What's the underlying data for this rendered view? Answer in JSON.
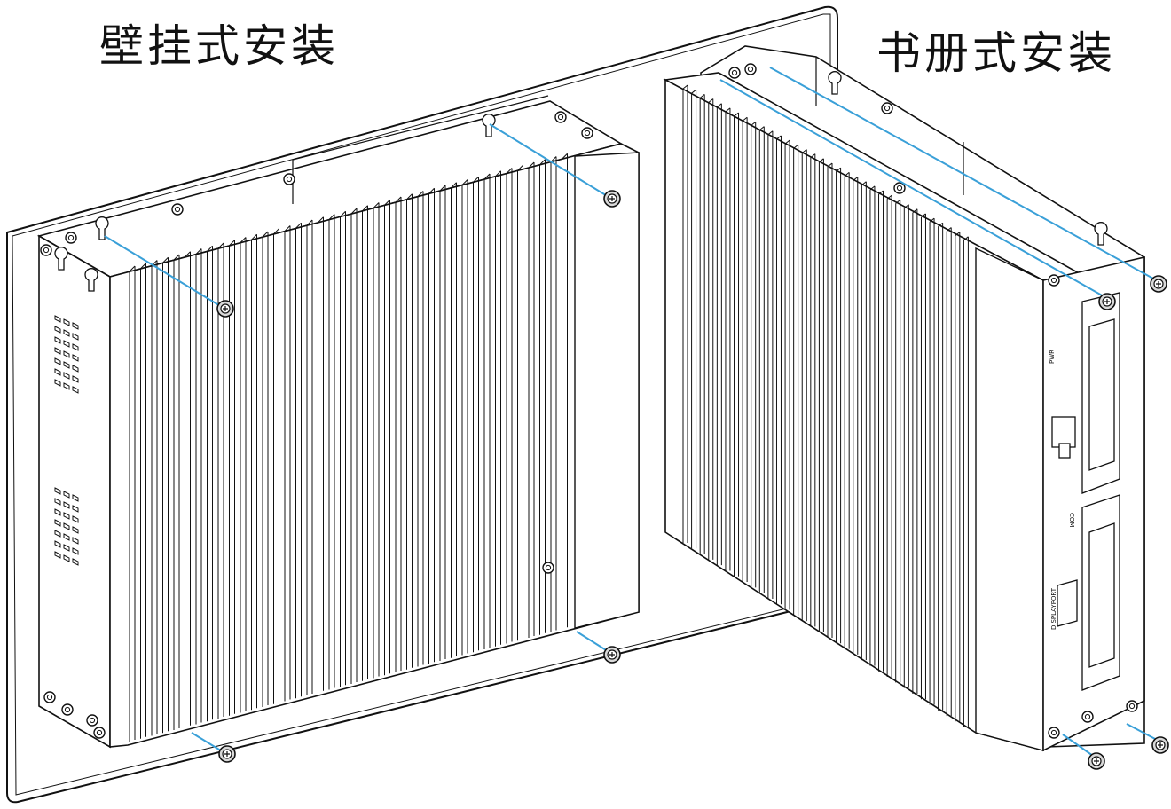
{
  "captions": {
    "wall_mount": "壁挂式安装",
    "book_mount": "书册式安装"
  },
  "port_labels": {
    "power": "PWR",
    "com": "COM",
    "display": "DISPLAYPORT"
  },
  "colors": {
    "line": "#111111",
    "guide": "#3aa0d8",
    "panel_fill": "#ffffff",
    "fin_fill": "#ffffff",
    "screw_fill": "#d9d9d9"
  },
  "icons": [
    "screw-icon",
    "keyhole-icon",
    "vent-slot-icon",
    "connector-icon"
  ]
}
